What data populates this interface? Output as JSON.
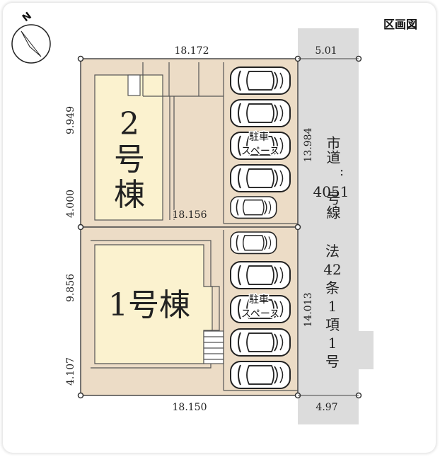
{
  "title": "区画図",
  "compass": {
    "north_label": "N"
  },
  "dimensions": {
    "top_width": "18.172",
    "mid_width": "18.156",
    "bottom_width": "18.150",
    "road_top_width": "5.01",
    "road_bottom_width": "4.97",
    "lot2_depth_upper": "9.949",
    "lot2_depth_lower": "4.000",
    "lot1_depth_upper": "9.856",
    "lot1_depth_lower": "4.107",
    "parking2_frontage": "13.984",
    "parking1_frontage": "14.013"
  },
  "buildings": {
    "b2_num": "2",
    "b2_char1": "号",
    "b2_char2": "棟",
    "b1_label": "1号棟"
  },
  "parking": {
    "upper_line1": "駐車",
    "upper_line2": "スペース",
    "lower_line1": "駐車",
    "lower_line2": "スペース"
  },
  "road": {
    "label_part1": "市道",
    "label_sep": ":",
    "label_number": "4051",
    "label_suffix": "号線",
    "law_char": "法",
    "law_number": "42",
    "law_article": "条",
    "law_clause_num": "1",
    "law_clause": "項",
    "law_item_num": "1",
    "law_item": "号"
  },
  "colors": {
    "lot_fill": "#ecdcc6",
    "house_fill": "#fbf2cf",
    "road_fill": "#dcdcdc",
    "line": "#4a4a4a"
  }
}
